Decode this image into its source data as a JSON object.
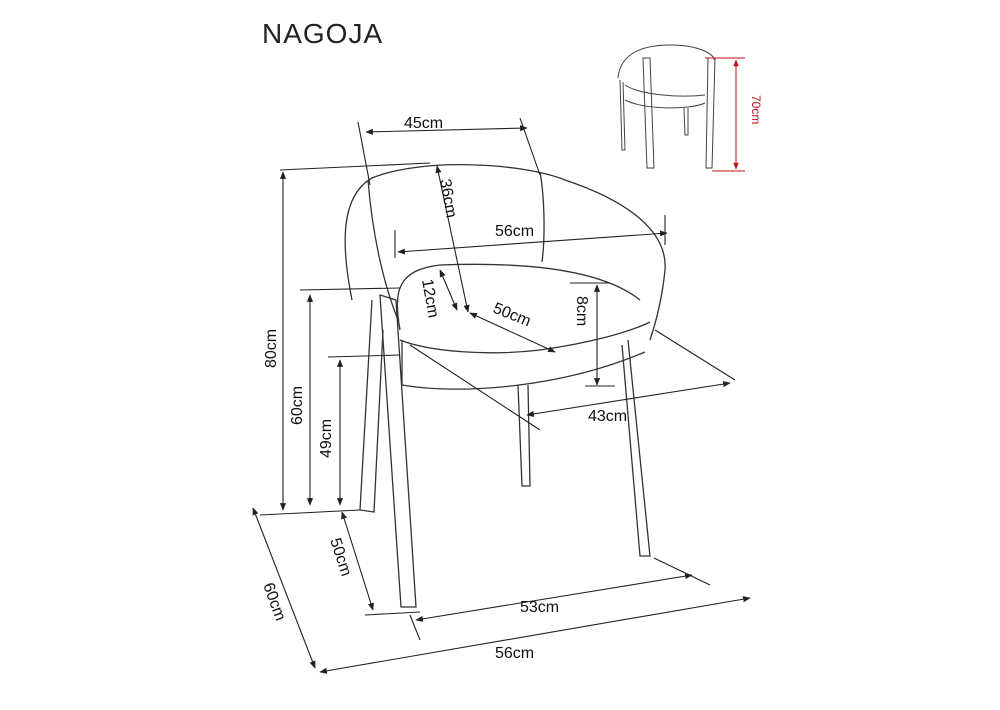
{
  "title": "NAGOJA",
  "dimensions": {
    "backrest_width": "45cm",
    "backrest_height": "36cm",
    "inner_width": "56cm",
    "armrest_gap": "12cm",
    "seat_depth": "50cm",
    "seat_thickness": "8cm",
    "seat_width": "43cm",
    "total_height": "80cm",
    "armrest_height": "60cm",
    "seat_height": "49cm",
    "leg_depth": "50cm",
    "leg_width": "53cm",
    "total_depth": "60cm",
    "total_width": "56cm",
    "back_leg_height": "70cm"
  },
  "colors": {
    "line": "#222222",
    "accent": "#c0141c"
  }
}
